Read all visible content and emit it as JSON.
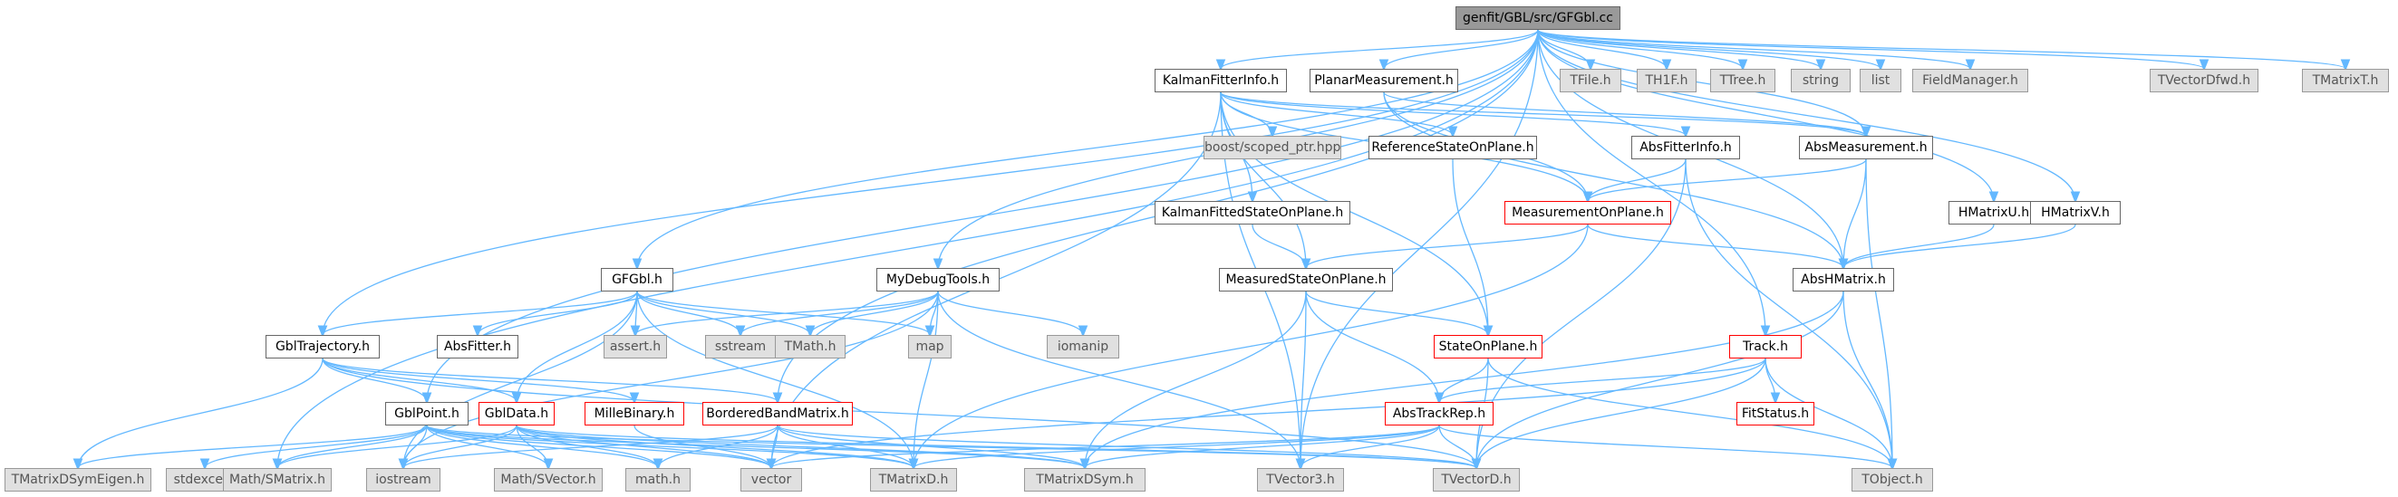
{
  "colors": {
    "edge": "#63b8ff",
    "gray_fill": "#e0e0e0",
    "root_fill": "#999999",
    "red_border": "#ff0000",
    "border": "#666666"
  },
  "nodes": {
    "root": "genfit/GBL/src/GFGbl.cc",
    "kalmanfitterinfo": "KalmanFitterInfo.h",
    "planarmeasurement": "PlanarMeasurement.h",
    "tfile": "TFile.h",
    "th1f": "TH1F.h",
    "ttree": "TTree.h",
    "string": "string",
    "list": "list",
    "fieldmanager": "FieldManager.h",
    "tvectordfwd": "TVectorDfwd.h",
    "tmatrixt": "TMatrixT.h",
    "boost_scoped_ptr": "boost/scoped_ptr.hpp",
    "referencestateonplane": "ReferenceStateOnPlane.h",
    "absfitterinfo": "AbsFitterInfo.h",
    "absmeasurement": "AbsMeasurement.h",
    "kalmanfittedstateonplane": "KalmanFittedStateOnPlane.h",
    "measurementonplane": "MeasurementOnPlane.h",
    "hmatrixu": "HMatrixU.h",
    "hmatrixv": "HMatrixV.h",
    "gfgbl": "GFGbl.h",
    "mydebugtools": "MyDebugTools.h",
    "measuredstateonplane": "MeasuredStateOnPlane.h",
    "abshmatrix": "AbsHMatrix.h",
    "gbltrajectory": "GblTrajectory.h",
    "absfitter": "AbsFitter.h",
    "assert": "assert.h",
    "sstream": "sstream",
    "tmath": "TMath.h",
    "map": "map",
    "iomanip": "iomanip",
    "stateonplane": "StateOnPlane.h",
    "track": "Track.h",
    "gblpoint": "GblPoint.h",
    "gbldata": "GblData.h",
    "millebinary": "MilleBinary.h",
    "borderedbandmatrix": "BorderedBandMatrix.h",
    "abstrackrep": "AbsTrackRep.h",
    "fitstatus": "FitStatus.h",
    "tmatrixdsymeigen": "TMatrixDSymEigen.h",
    "stdexcept": "stdexcept",
    "math_smatrix": "Math/SMatrix.h",
    "iostream": "iostream",
    "math_svector": "Math/SVector.h",
    "math": "math.h",
    "vector": "vector",
    "tmatrixd": "TMatrixD.h",
    "tmatrixdsym": "TMatrixDSym.h",
    "tvector3": "TVector3.h",
    "tvectord": "TVectorD.h",
    "tobject": "TObject.h"
  },
  "edges": [
    [
      "root",
      "kalmanfitterinfo"
    ],
    [
      "root",
      "planarmeasurement"
    ],
    [
      "root",
      "tfile"
    ],
    [
      "root",
      "th1f"
    ],
    [
      "root",
      "ttree"
    ],
    [
      "root",
      "string"
    ],
    [
      "root",
      "list"
    ],
    [
      "root",
      "fieldmanager"
    ],
    [
      "root",
      "tvectordfwd"
    ],
    [
      "root",
      "tmatrixt"
    ],
    [
      "root",
      "gfgbl"
    ],
    [
      "root",
      "mydebugtools"
    ],
    [
      "root",
      "gbltrajectory"
    ],
    [
      "root",
      "gblpoint"
    ],
    [
      "root",
      "borderedbandmatrix"
    ],
    [
      "root",
      "math_smatrix"
    ],
    [
      "root",
      "tvector3"
    ],
    [
      "root",
      "absmeasurement"
    ],
    [
      "root",
      "abshmatrix"
    ],
    [
      "root",
      "hmatrixu"
    ],
    [
      "root",
      "hmatrixv"
    ],
    [
      "root",
      "track"
    ],
    [
      "kalmanfitterinfo",
      "boost_scoped_ptr"
    ],
    [
      "kalmanfitterinfo",
      "referencestateonplane"
    ],
    [
      "kalmanfitterinfo",
      "absfitterinfo"
    ],
    [
      "kalmanfitterinfo",
      "kalmanfittedstateonplane"
    ],
    [
      "kalmanfitterinfo",
      "measurementonplane"
    ],
    [
      "kalmanfitterinfo",
      "measuredstateonplane"
    ],
    [
      "kalmanfitterinfo",
      "stateonplane"
    ],
    [
      "kalmanfitterinfo",
      "vector"
    ],
    [
      "kalmanfitterinfo",
      "tvector3"
    ],
    [
      "kalmanfitterinfo",
      "absmeasurement"
    ],
    [
      "planarmeasurement",
      "absmeasurement"
    ],
    [
      "planarmeasurement",
      "measurementonplane"
    ],
    [
      "planarmeasurement",
      "abshmatrix"
    ],
    [
      "referencestateonplane",
      "stateonplane"
    ],
    [
      "absfitterinfo",
      "measurementonplane"
    ],
    [
      "absfitterinfo",
      "tvectord"
    ],
    [
      "absfitterinfo",
      "tobject"
    ],
    [
      "absmeasurement",
      "measurementonplane"
    ],
    [
      "absmeasurement",
      "abshmatrix"
    ],
    [
      "absmeasurement",
      "tobject"
    ],
    [
      "kalmanfittedstateonplane",
      "measuredstateonplane"
    ],
    [
      "measurementonplane",
      "measuredstateonplane"
    ],
    [
      "measurementonplane",
      "abshmatrix"
    ],
    [
      "measurementonplane",
      "tmatrixd"
    ],
    [
      "hmatrixu",
      "abshmatrix"
    ],
    [
      "hmatrixv",
      "abshmatrix"
    ],
    [
      "measuredstateonplane",
      "stateonplane"
    ],
    [
      "measuredstateonplane",
      "abstrackrep"
    ],
    [
      "measuredstateonplane",
      "tmatrixdsym"
    ],
    [
      "measuredstateonplane",
      "tvector3"
    ],
    [
      "abshmatrix",
      "tmatrixdsym"
    ],
    [
      "abshmatrix",
      "tvectord"
    ],
    [
      "abshmatrix",
      "tobject"
    ],
    [
      "stateonplane",
      "abstrackrep"
    ],
    [
      "stateonplane",
      "tvectord"
    ],
    [
      "stateonplane",
      "tobject"
    ],
    [
      "track",
      "abstrackrep"
    ],
    [
      "track",
      "fitstatus"
    ],
    [
      "track",
      "tobject"
    ],
    [
      "track",
      "tvectord"
    ],
    [
      "track",
      "vector"
    ],
    [
      "gfgbl",
      "gbltrajectory"
    ],
    [
      "gfgbl",
      "absfitter"
    ],
    [
      "gfgbl",
      "assert"
    ],
    [
      "gfgbl",
      "sstream"
    ],
    [
      "gfgbl",
      "tmath"
    ],
    [
      "gfgbl",
      "map"
    ],
    [
      "gfgbl",
      "iostream"
    ],
    [
      "gfgbl",
      "tmatrixd"
    ],
    [
      "gfgbl",
      "gbldata"
    ],
    [
      "mydebugtools",
      "assert"
    ],
    [
      "mydebugtools",
      "sstream"
    ],
    [
      "mydebugtools",
      "tmath"
    ],
    [
      "mydebugtools",
      "map"
    ],
    [
      "mydebugtools",
      "iomanip"
    ],
    [
      "mydebugtools",
      "iostream"
    ],
    [
      "mydebugtools",
      "tmatrixd"
    ],
    [
      "mydebugtools",
      "tvector3"
    ],
    [
      "gbltrajectory",
      "gblpoint"
    ],
    [
      "gbltrajectory",
      "gbldata"
    ],
    [
      "gbltrajectory",
      "millebinary"
    ],
    [
      "gbltrajectory",
      "borderedbandmatrix"
    ],
    [
      "gbltrajectory",
      "tmatrixdsymeigen"
    ],
    [
      "gbltrajectory",
      "tvectord"
    ],
    [
      "gblpoint",
      "tmatrixdsymeigen"
    ],
    [
      "gblpoint",
      "stdexcept"
    ],
    [
      "gblpoint",
      "math_smatrix"
    ],
    [
      "gblpoint",
      "iostream"
    ],
    [
      "gblpoint",
      "math_svector"
    ],
    [
      "gblpoint",
      "math"
    ],
    [
      "gblpoint",
      "vector"
    ],
    [
      "gblpoint",
      "tmatrixd"
    ],
    [
      "gblpoint",
      "tmatrixdsym"
    ],
    [
      "gblpoint",
      "tvectord"
    ],
    [
      "gbldata",
      "math_smatrix"
    ],
    [
      "gbldata",
      "iostream"
    ],
    [
      "gbldata",
      "math_svector"
    ],
    [
      "gbldata",
      "math"
    ],
    [
      "gbldata",
      "vector"
    ],
    [
      "gbldata",
      "tmatrixd"
    ],
    [
      "gbldata",
      "tmatrixdsym"
    ],
    [
      "gbldata",
      "tvectord"
    ],
    [
      "millebinary",
      "vector"
    ],
    [
      "borderedbandmatrix",
      "iostream"
    ],
    [
      "borderedbandmatrix",
      "math"
    ],
    [
      "borderedbandmatrix",
      "vector"
    ],
    [
      "borderedbandmatrix",
      "tmatrixd"
    ],
    [
      "borderedbandmatrix",
      "tmatrixdsym"
    ],
    [
      "borderedbandmatrix",
      "tvectord"
    ],
    [
      "abstrackrep",
      "vector"
    ],
    [
      "abstrackrep",
      "tmatrixd"
    ],
    [
      "abstrackrep",
      "tmatrixdsym"
    ],
    [
      "abstrackrep",
      "tvector3"
    ],
    [
      "abstrackrep",
      "tvectord"
    ],
    [
      "abstrackrep",
      "tobject"
    ]
  ]
}
